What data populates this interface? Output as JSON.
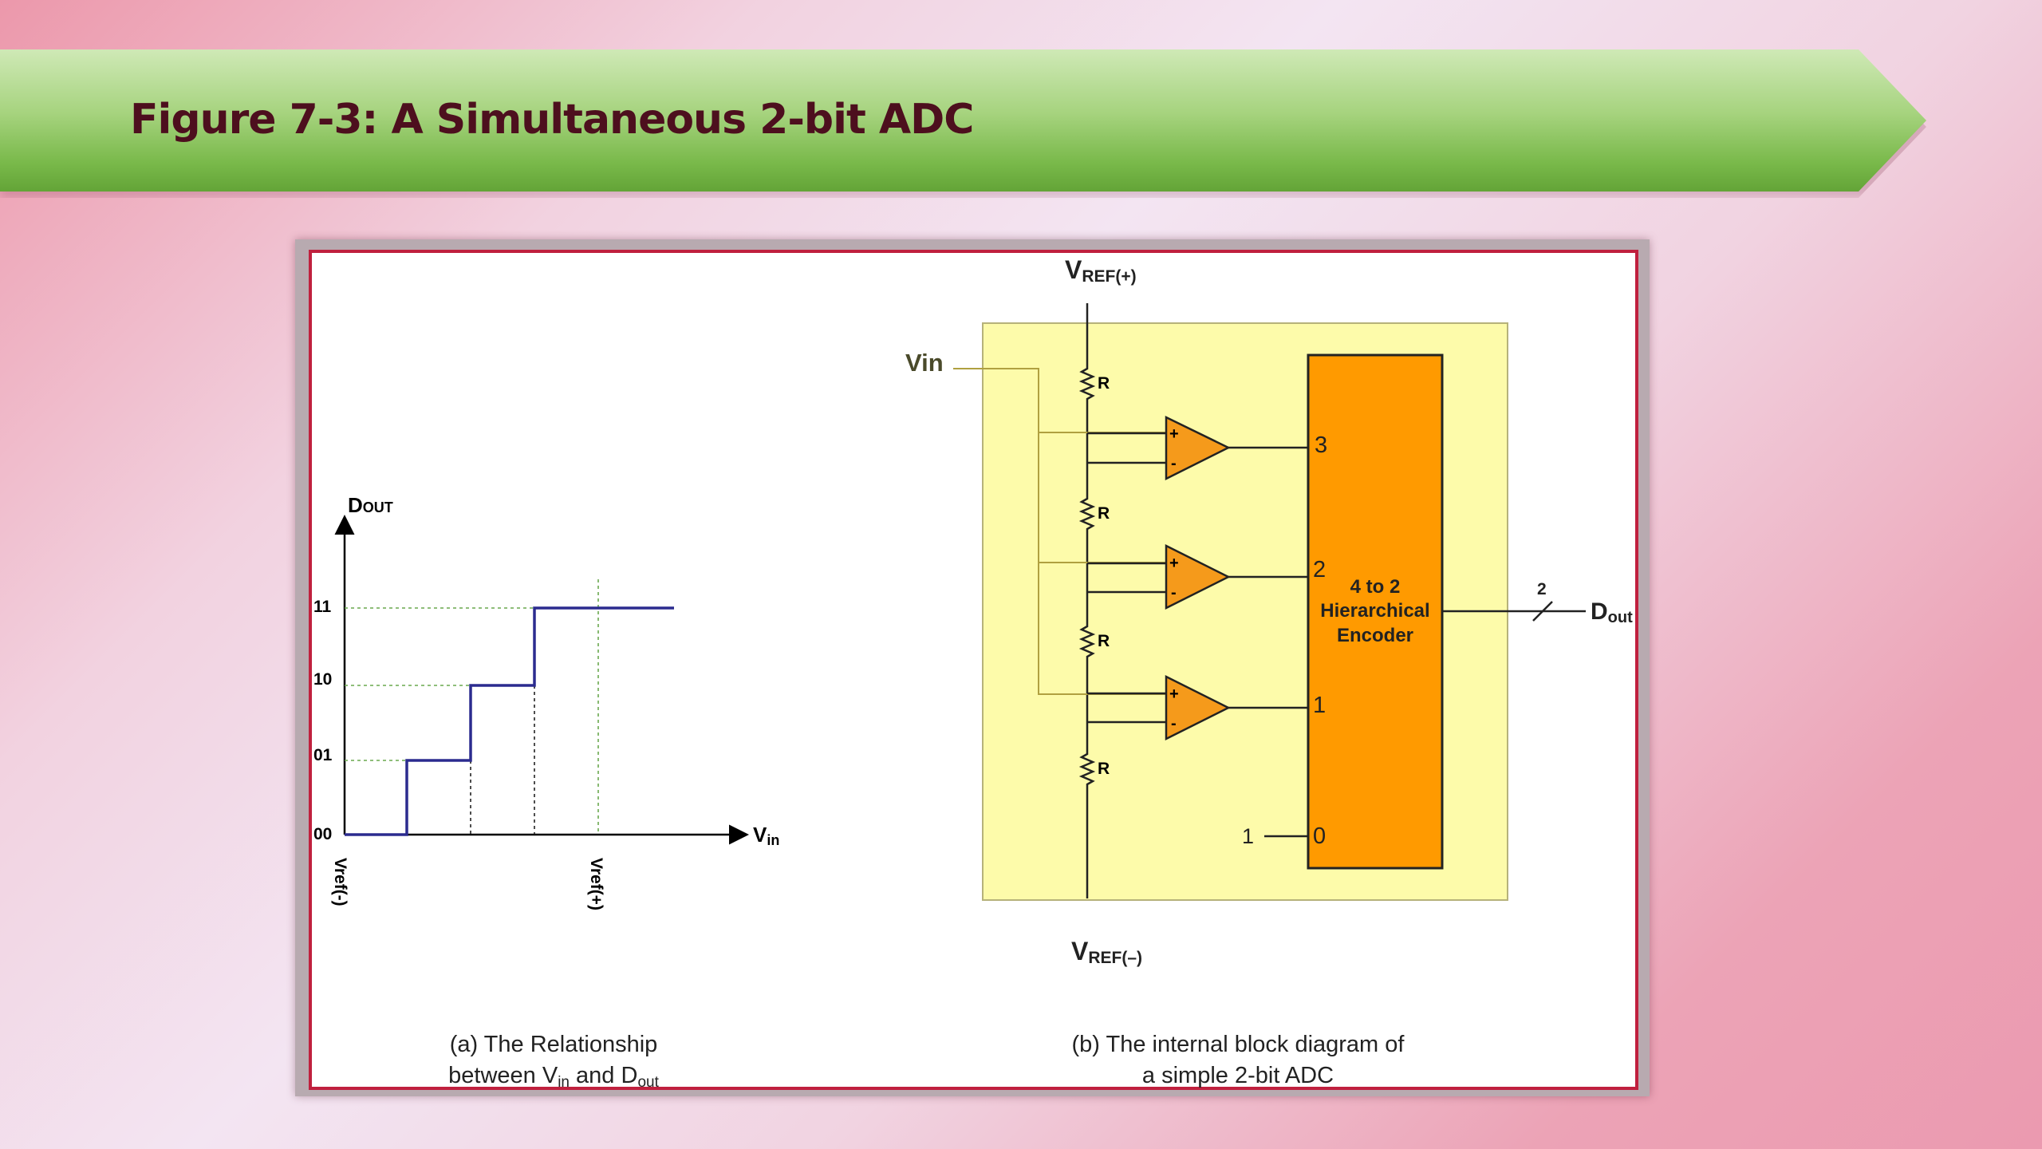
{
  "slide": {
    "title": "Figure 7-3: A Simultaneous 2-bit ADC"
  },
  "graph": {
    "y_axis_label": "D",
    "y_axis_label_sub": "OUT",
    "x_axis_label": "V",
    "x_axis_label_sub": "in",
    "y_ticks": [
      "11",
      "10",
      "01",
      "00"
    ],
    "x_tick_left": "Vref(-)",
    "x_tick_right": "Vref(+)",
    "caption_line1": "(a) The Relationship",
    "caption_line2_a": "between V",
    "caption_line2_sub1": "in",
    "caption_line2_b": " and D",
    "caption_line2_sub2": "out"
  },
  "circuit": {
    "vref_top": "V",
    "vref_top_sub": "REF(+)",
    "vref_bottom": "V",
    "vref_bottom_sub": "REF(–)",
    "vin_label": "Vin",
    "resistor_label": "R",
    "comparator_plus": "+",
    "comparator_minus": "-",
    "encoder_line1": "4 to 2",
    "encoder_line2": "Hierarchical",
    "encoder_line3": "Encoder",
    "encoder_inputs": [
      "3",
      "2",
      "1",
      "0"
    ],
    "constant_input": "1",
    "bus_width": "2",
    "output_label": "D",
    "output_label_sub": "out",
    "caption_line1": "(b) The internal block diagram of",
    "caption_line2": "a simple 2-bit ADC"
  },
  "colors": {
    "staircase": "#2b2b8f",
    "guide_dotted": "#6aa84f",
    "block_fill": "#fdfbaa",
    "encoder_fill": "#ff9a00",
    "comparator_fill": "#f59a1b",
    "vin_wire": "#b0a040",
    "banner_text": "#4d0f1e",
    "frame_border": "#c0203e"
  }
}
